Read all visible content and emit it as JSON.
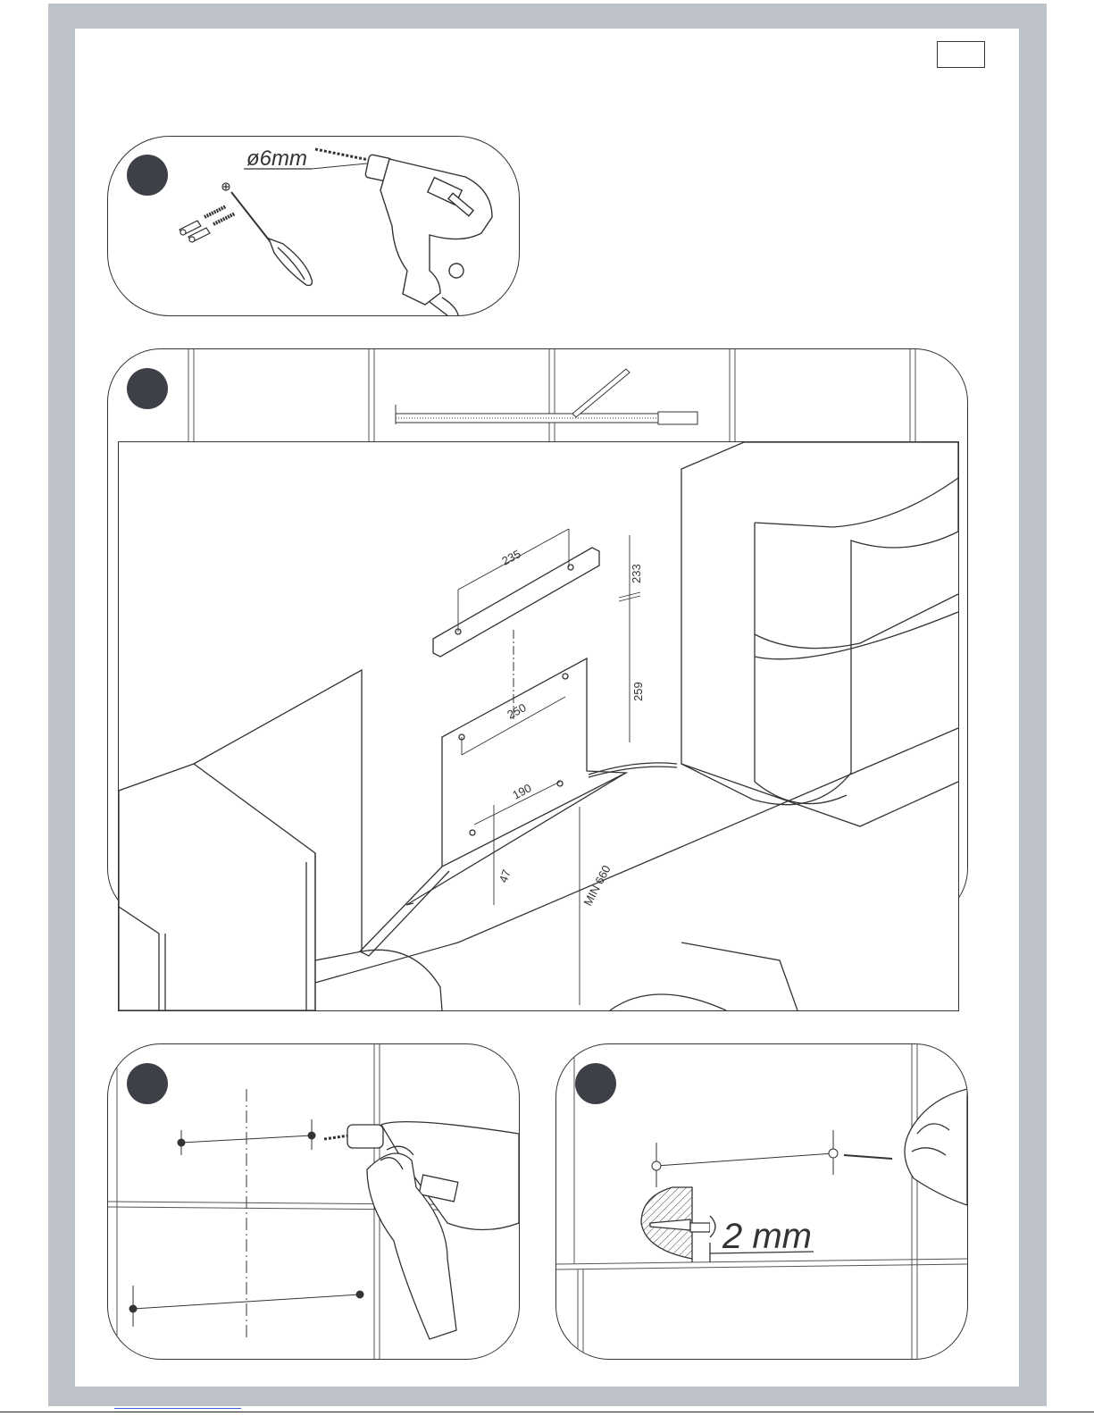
{
  "page": {
    "page_number": "",
    "colors": {
      "frame": "#bcc2c8",
      "ink": "#333333",
      "step_marker": "#3d4046"
    }
  },
  "steps": [
    {
      "id": 1,
      "labels": {
        "drill_bit": "ø6mm"
      }
    },
    {
      "id": 2,
      "labels": {
        "dim_bracket_holes": "235",
        "dim_bracket_height": "233",
        "dim_upper_holes": "250",
        "dim_height_259": "259",
        "dim_lower_holes": "190",
        "dim_lower_offset": "47",
        "dim_min_height": "MIN 660"
      }
    },
    {
      "id": 3,
      "labels": {}
    },
    {
      "id": 4,
      "labels": {
        "screw_gap": "2 mm"
      }
    }
  ]
}
